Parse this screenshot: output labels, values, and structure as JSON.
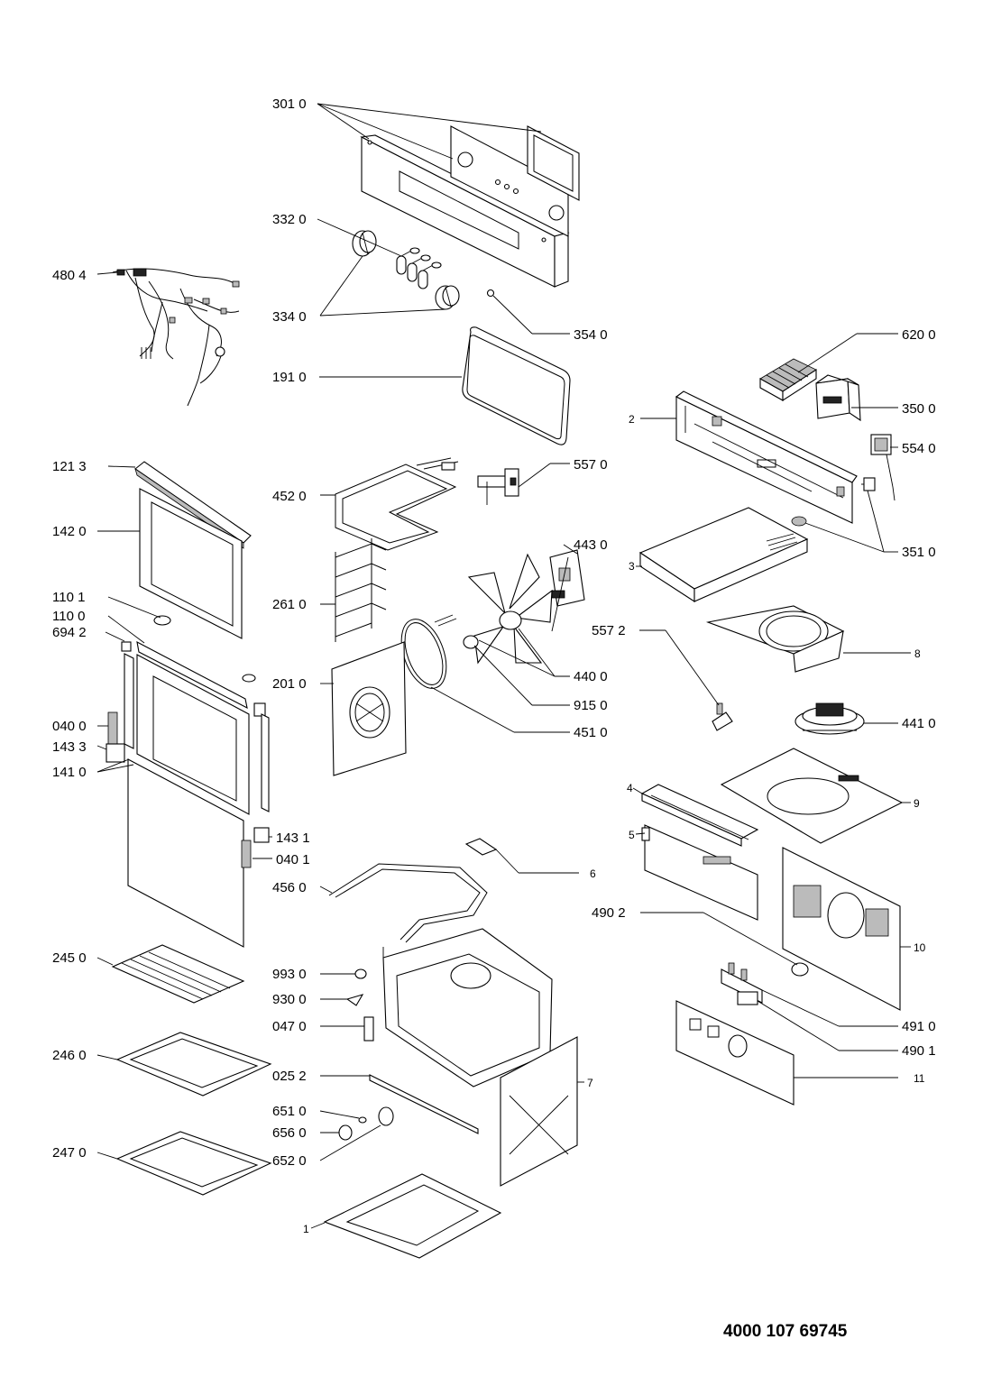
{
  "document_number": "4000 107 69745",
  "labels": {
    "l3010": "301 0",
    "l3320": "332 0",
    "l3340": "334 0",
    "l3540": "354 0",
    "l4804": "480 4",
    "l1910": "191 0",
    "l6200": "620 0",
    "l2": "2",
    "l3500": "350 0",
    "l5540": "554 0",
    "l1213": "121 3",
    "l4520": "452 0",
    "l5570": "557 0",
    "l1420": "142 0",
    "l4430": "443 0",
    "l3": "3",
    "l3510": "351 0",
    "l1101": "110 1",
    "l2610": "261 0",
    "l1100": "110 0",
    "l6942": "694 2",
    "l5572": "557 2",
    "l8": "8",
    "l2010": "201 0",
    "l4400": "440 0",
    "l9150": "915 0",
    "l4510": "451 0",
    "l4410": "441 0",
    "l0400": "040 0",
    "l1433": "143 3",
    "l1410": "141 0",
    "l4": "4",
    "l9": "9",
    "l5": "5",
    "l1431": "143 1",
    "l0401": "040 1",
    "l6": "6",
    "l4560": "456 0",
    "l4902": "490 2",
    "l10": "10",
    "l2450": "245 0",
    "l9930": "993 0",
    "l9300": "930 0",
    "l0470": "047 0",
    "l4910": "491 0",
    "l4901": "490 1",
    "l2460": "246 0",
    "l0252": "025 2",
    "l7": "7",
    "l11": "11",
    "l6510": "651 0",
    "l6560": "656 0",
    "l6520": "652 0",
    "l2470": "247 0",
    "l1": "1"
  }
}
